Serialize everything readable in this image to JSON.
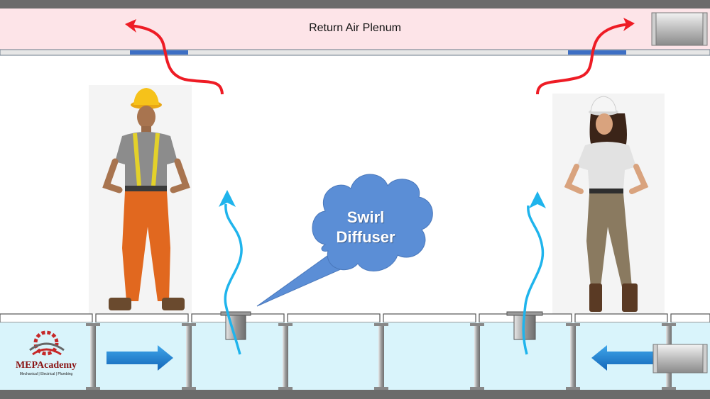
{
  "plenum": {
    "label": "Return Air Plenum",
    "fill_color": "#fde4e8"
  },
  "underfloor": {
    "fill_color": "#d9f4fb"
  },
  "callout": {
    "line1": "Swirl",
    "line2": "Diffuser",
    "fill_color": "#5b8ed6"
  },
  "logo": {
    "name": "MEPAcademy",
    "tagline": "Mechanical | Electrical | Plumbing"
  },
  "colors": {
    "return_air": "#ee1c25",
    "supply_air": "#1fb4ec",
    "flow_arrow": "#1d76c8",
    "ceiling_grille": "#3d6fc4"
  },
  "figures": [
    {
      "name": "male-worker",
      "hardhat": "yellow"
    },
    {
      "name": "female-worker",
      "hardhat": "white"
    }
  ]
}
